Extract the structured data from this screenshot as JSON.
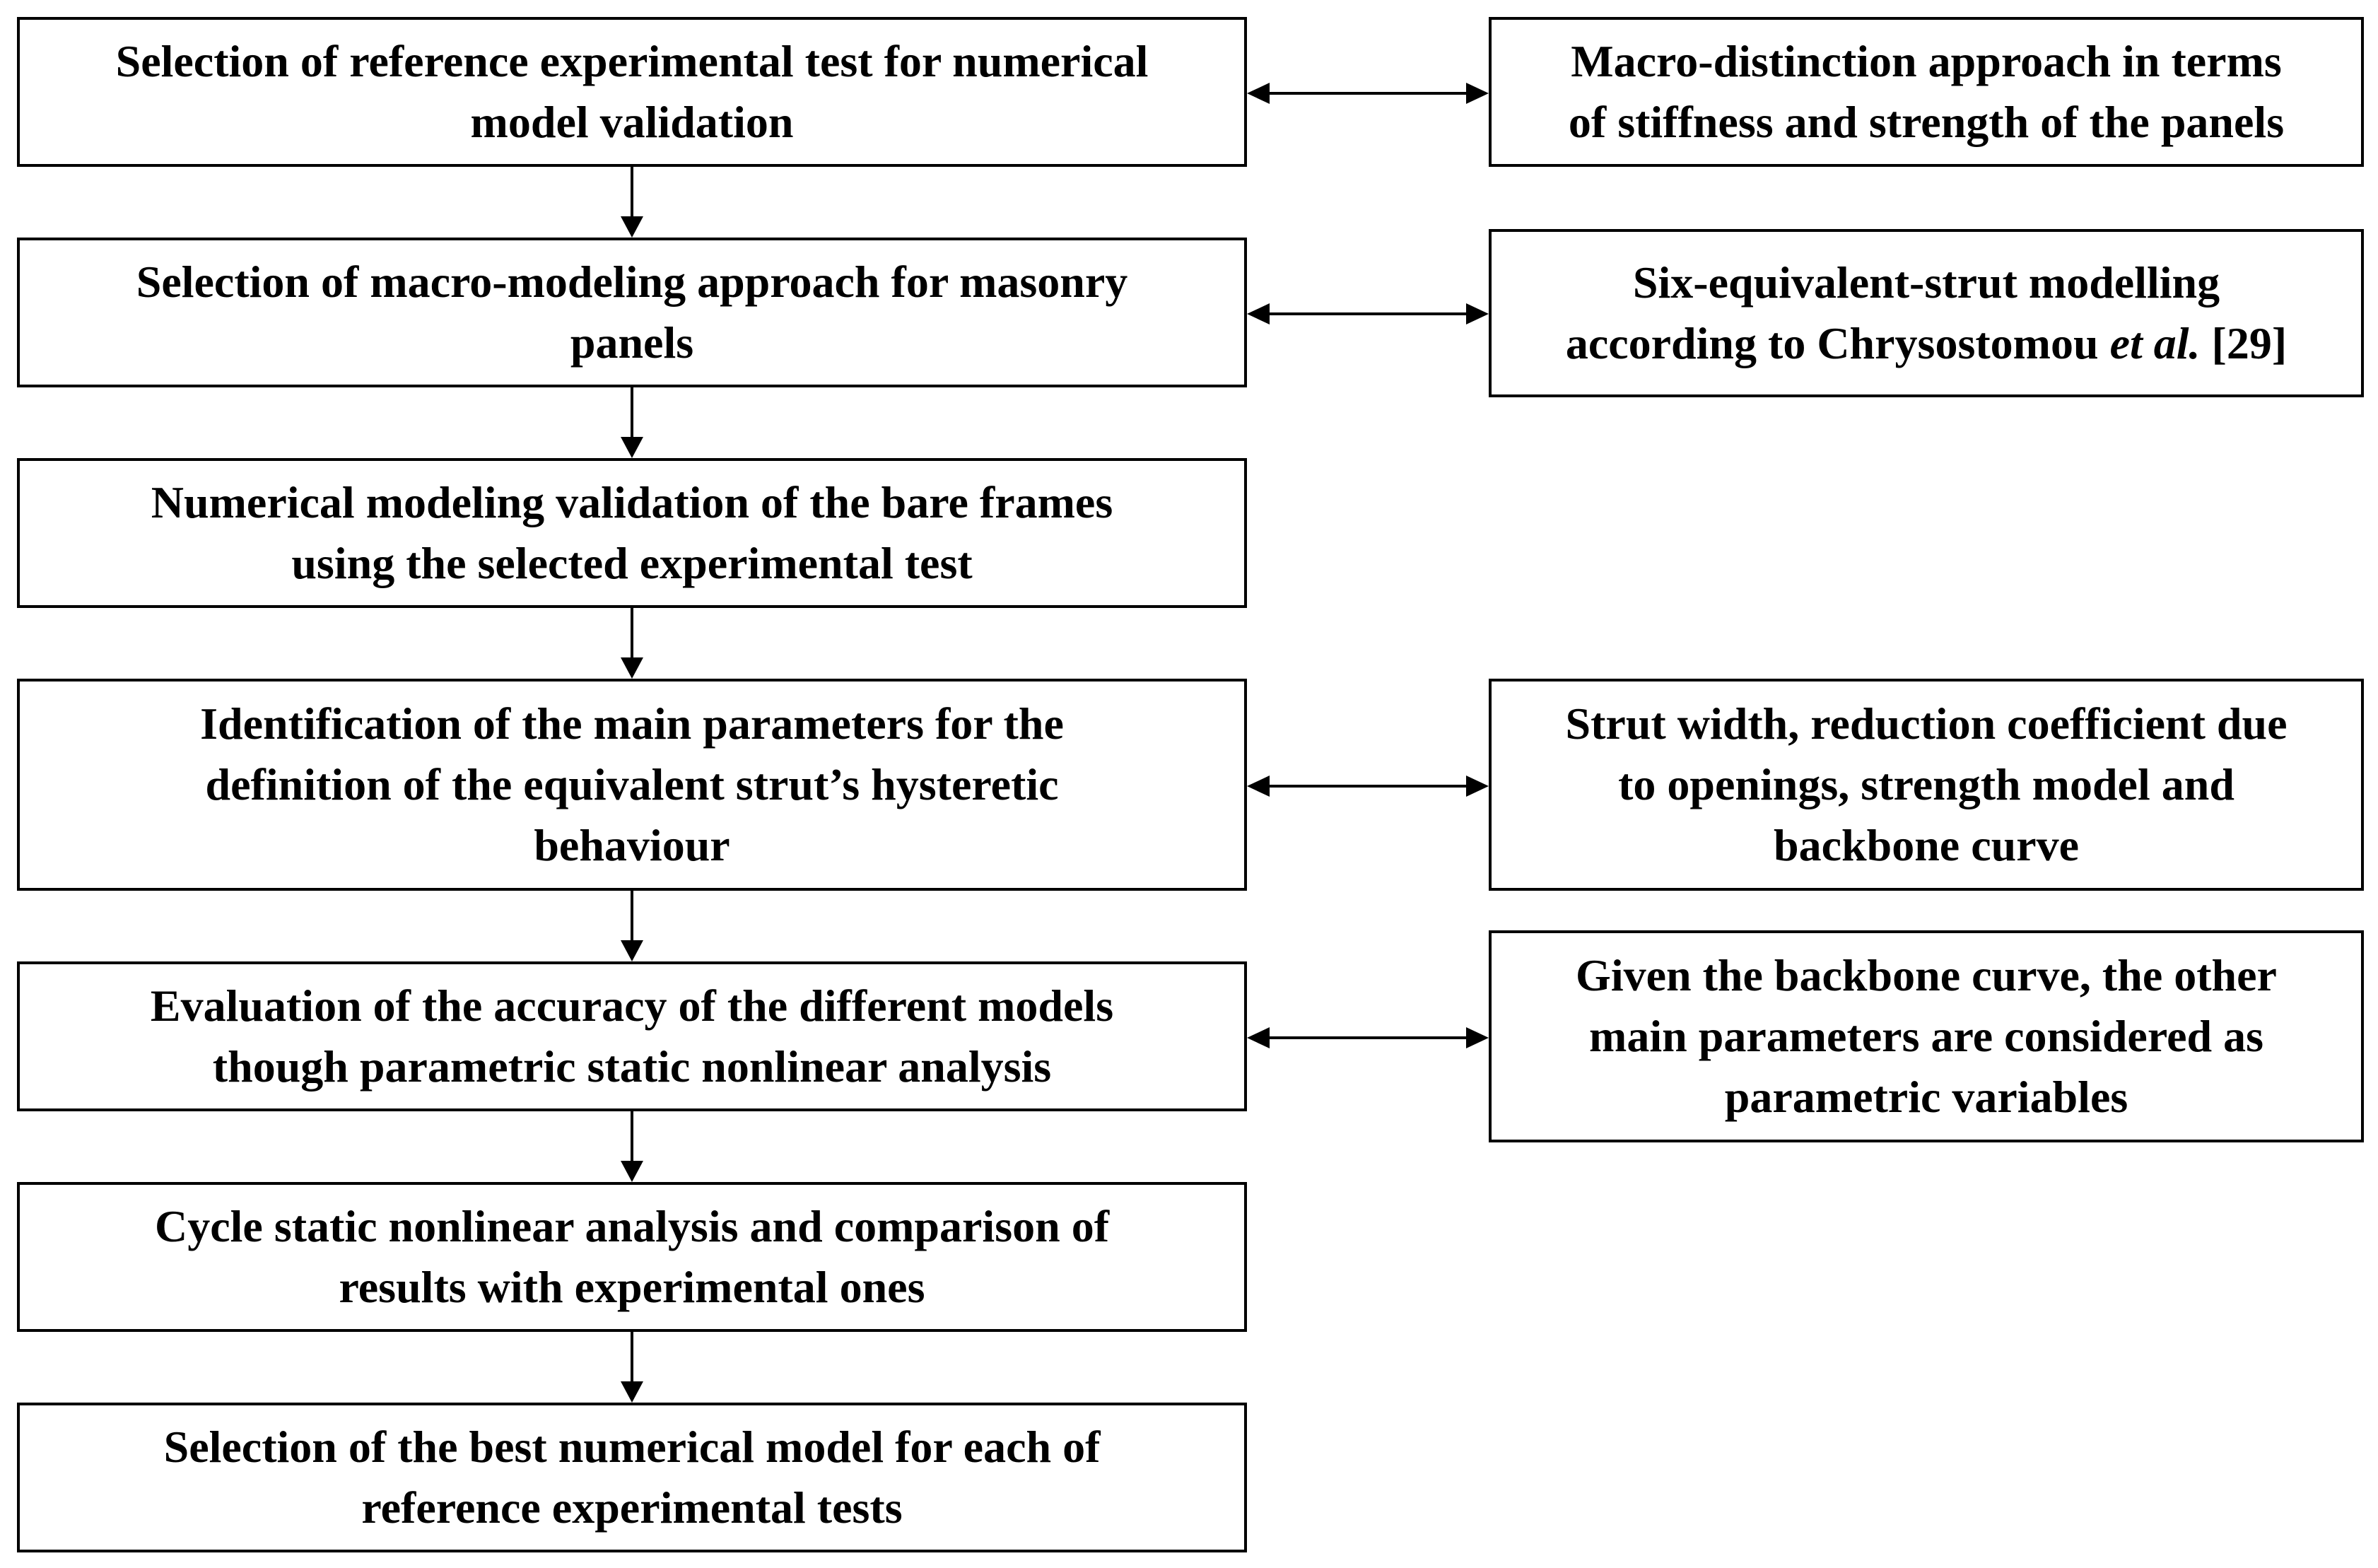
{
  "flow_steps": [
    {
      "text": "Selection of reference experimental test for numerical\nmodel validation"
    },
    {
      "text": "Selection of macro-modeling approach for masonry\npanels"
    },
    {
      "text": "Numerical modeling validation of the bare frames\nusing the selected experimental test"
    },
    {
      "text": "Identification of the main parameters for the\ndefinition of the equivalent strut’s hysteretic\nbehaviour"
    },
    {
      "text": "Evaluation of the accuracy of the different models\nthough parametric static nonlinear analysis"
    },
    {
      "text": "Cycle static nonlinear analysis and comparison of\nresults with experimental ones"
    },
    {
      "text": "Selection of the best numerical model for each of\nreference experimental tests"
    }
  ],
  "side_notes": [
    {
      "text": "Macro-distinction approach in terms\nof stiffness and strength of the panels"
    },
    {
      "line1": "Six-equivalent-strut modelling",
      "line2_prefix": "according to Chrysostomou ",
      "line2_italic": "et al.",
      "line2_suffix": " [29]"
    },
    {
      "text": "Strut width, reduction coefficient due\nto openings, strength model and\nbackbone curve"
    },
    {
      "text": "Given the backbone curve, the other\nmain parameters are considered as\nparametric variables"
    }
  ],
  "connectors": {
    "down_arrows": [
      {
        "from": "step-1",
        "to": "step-2"
      },
      {
        "from": "step-2",
        "to": "step-3"
      },
      {
        "from": "step-3",
        "to": "step-4"
      },
      {
        "from": "step-4",
        "to": "step-5"
      },
      {
        "from": "step-5",
        "to": "step-6"
      },
      {
        "from": "step-6",
        "to": "step-7"
      }
    ],
    "double_arrows": [
      {
        "from": "step-1",
        "to": "note-1"
      },
      {
        "from": "step-2",
        "to": "note-2"
      },
      {
        "from": "step-4",
        "to": "note-3"
      },
      {
        "from": "step-5",
        "to": "note-4"
      }
    ],
    "stroke_color": "#000000"
  }
}
